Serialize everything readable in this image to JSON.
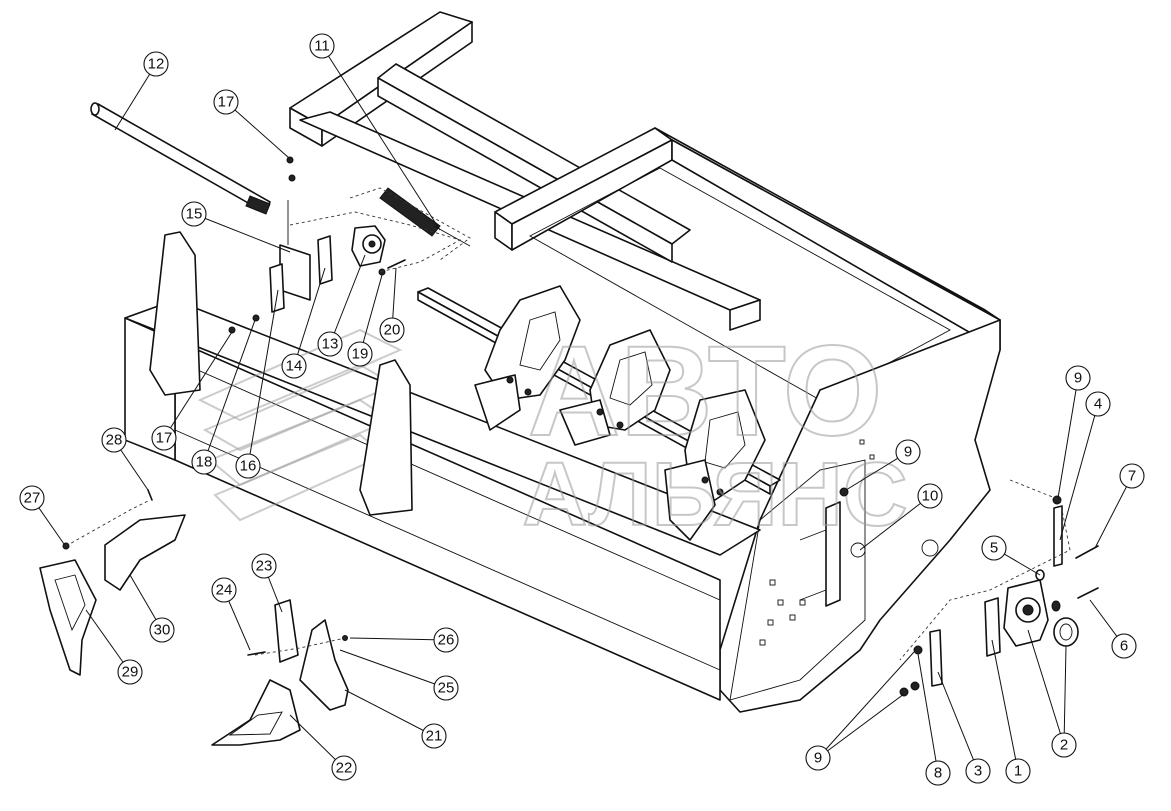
{
  "watermark": {
    "line1": "АВТО",
    "line2": "АЛЬЯНС"
  },
  "callouts": [
    {
      "id": "c1",
      "label": "1"
    },
    {
      "id": "c2",
      "label": "2"
    },
    {
      "id": "c3",
      "label": "3"
    },
    {
      "id": "c4",
      "label": "4"
    },
    {
      "id": "c5",
      "label": "5"
    },
    {
      "id": "c6",
      "label": "6"
    },
    {
      "id": "c7",
      "label": "7"
    },
    {
      "id": "c8",
      "label": "8"
    },
    {
      "id": "c9a",
      "label": "9"
    },
    {
      "id": "c9b",
      "label": "9"
    },
    {
      "id": "c9c",
      "label": "9"
    },
    {
      "id": "c10",
      "label": "10"
    },
    {
      "id": "c11",
      "label": "11"
    },
    {
      "id": "c12",
      "label": "12"
    },
    {
      "id": "c13",
      "label": "13"
    },
    {
      "id": "c14",
      "label": "14"
    },
    {
      "id": "c15",
      "label": "15"
    },
    {
      "id": "c16",
      "label": "16"
    },
    {
      "id": "c17a",
      "label": "17"
    },
    {
      "id": "c17b",
      "label": "17"
    },
    {
      "id": "c18",
      "label": "18"
    },
    {
      "id": "c19",
      "label": "19"
    },
    {
      "id": "c20",
      "label": "20"
    },
    {
      "id": "c21",
      "label": "21"
    },
    {
      "id": "c22",
      "label": "22"
    },
    {
      "id": "c23",
      "label": "23"
    },
    {
      "id": "c24",
      "label": "24"
    },
    {
      "id": "c25",
      "label": "25"
    },
    {
      "id": "c26",
      "label": "26"
    },
    {
      "id": "c27",
      "label": "27"
    },
    {
      "id": "c28",
      "label": "28"
    },
    {
      "id": "c29",
      "label": "29"
    },
    {
      "id": "c30",
      "label": "30"
    }
  ]
}
